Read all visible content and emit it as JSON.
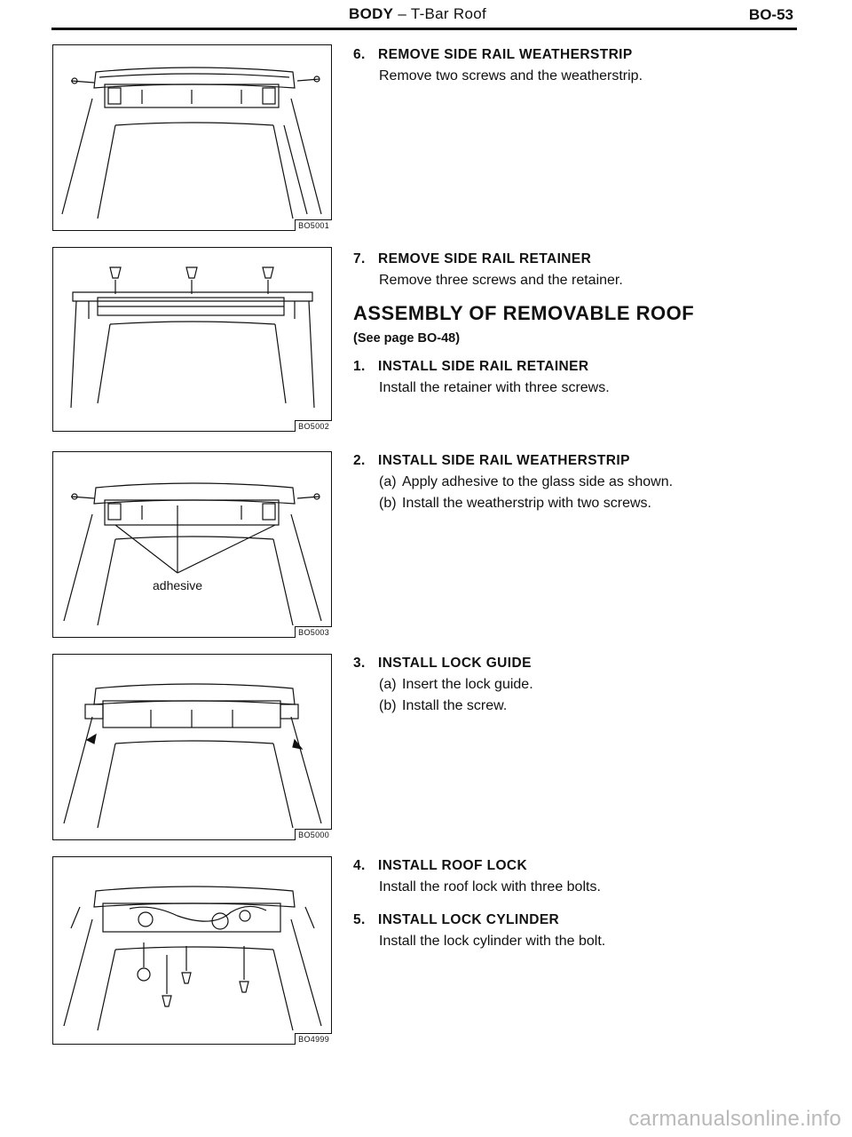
{
  "header": {
    "title_main": "BODY",
    "title_sep": " – ",
    "title_sub": "T-Bar Roof",
    "page_number": "BO-53"
  },
  "figures": [
    {
      "code": "BO5001"
    },
    {
      "code": "BO5002"
    },
    {
      "code": "BO5003",
      "label": "adhesive"
    },
    {
      "code": "BO5000"
    },
    {
      "code": "BO4999"
    }
  ],
  "steps_remove": [
    {
      "number": "6.",
      "title": "REMOVE SIDE RAIL WEATHERSTRIP",
      "body": "Remove two screws and the weatherstrip."
    },
    {
      "number": "7.",
      "title": "REMOVE SIDE RAIL RETAINER",
      "body": "Remove three screws and the retainer."
    }
  ],
  "assembly": {
    "title": "ASSEMBLY OF REMOVABLE ROOF",
    "ref": "(See page BO-48)",
    "steps": [
      {
        "number": "1.",
        "title": "INSTALL SIDE RAIL RETAINER",
        "body": "Install the retainer with three screws."
      },
      {
        "number": "2.",
        "title": "INSTALL SIDE RAIL WEATHERSTRIP",
        "subs": [
          {
            "mark": "(a)",
            "text": "Apply adhesive to the glass side as shown."
          },
          {
            "mark": "(b)",
            "text": "Install the weatherstrip with two screws."
          }
        ]
      },
      {
        "number": "3.",
        "title": "INSTALL LOCK GUIDE",
        "subs": [
          {
            "mark": "(a)",
            "text": "Insert the lock guide."
          },
          {
            "mark": "(b)",
            "text": "Install the screw."
          }
        ]
      },
      {
        "number": "4.",
        "title": "INSTALL ROOF LOCK",
        "body": "Install the roof lock with three bolts."
      },
      {
        "number": "5.",
        "title": "INSTALL LOCK CYLINDER",
        "body": "Install the lock cylinder with the bolt."
      }
    ]
  },
  "watermark": "carmanualsonline.info"
}
